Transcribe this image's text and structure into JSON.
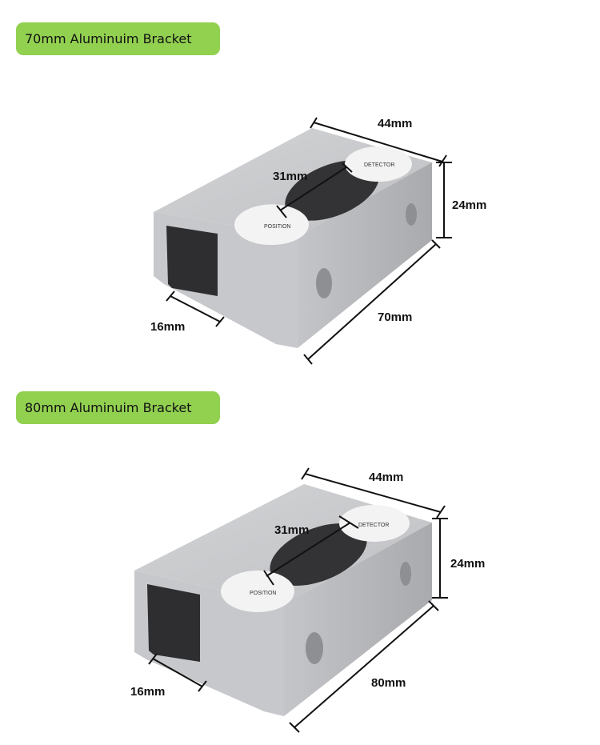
{
  "sections": [
    {
      "title": "70mm Aluminuim Bracket",
      "dimensions": {
        "width": "44mm",
        "slot": "31mm",
        "height": "24mm",
        "length": "70mm",
        "channel": "16mm"
      },
      "sticker": {
        "line1": "DETECTOR",
        "line2": "POSITION"
      }
    },
    {
      "title": "80mm Aluminuim Bracket",
      "dimensions": {
        "width": "44mm",
        "slot": "31mm",
        "height": "24mm",
        "length": "80mm",
        "channel": "16mm"
      },
      "sticker": {
        "line1": "DETECTOR",
        "line2": "POSITION"
      }
    }
  ],
  "colors": {
    "tag_bg": "#92d050",
    "metal_top": "#c9cacc",
    "metal_side": "#b4b5b8",
    "slot": "#3a3a3c"
  }
}
